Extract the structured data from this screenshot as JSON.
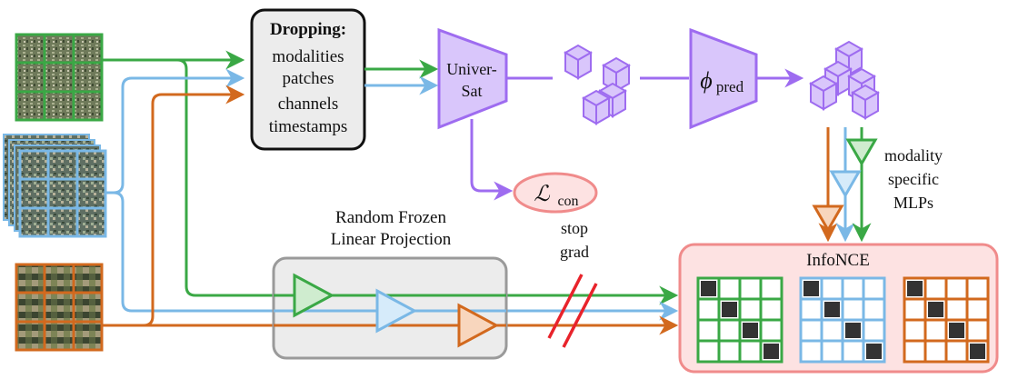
{
  "dropping": {
    "title": "Dropping:",
    "items": [
      "modalities",
      "patches",
      "channels",
      "timestamps"
    ]
  },
  "encoder": {
    "line1": "Univer-",
    "line2": "Sat"
  },
  "predictor": {
    "symbol": "ϕ",
    "subscript": "pred"
  },
  "loss_con": {
    "symbol": "ℒ",
    "subscript": "con"
  },
  "projection": {
    "line1": "Random Frozen",
    "line2": "Linear Projection"
  },
  "stop_grad": {
    "line1": "stop",
    "line2": "grad"
  },
  "mlps": {
    "line1": "modality",
    "line2": "specific",
    "line3": "MLPs"
  },
  "infonce": {
    "title": "InfoNCE"
  },
  "colors": {
    "green": "#3aa845",
    "blue": "#7ab8e6",
    "orange": "#d2691e",
    "purple": "#9e6cf0",
    "purple_fill": "#d9c6fb",
    "red": "#e8232b",
    "infonce_fill": "#fde2e2",
    "infonce_border": "#f08b8b",
    "proj_fill": "#ececec",
    "proj_border": "#9a9a9a"
  },
  "matrices": [
    {
      "color": "green",
      "dark_cells": [
        [
          0,
          0
        ],
        [
          1,
          1
        ],
        [
          2,
          2
        ],
        [
          3,
          3
        ]
      ]
    },
    {
      "color": "blue",
      "dark_cells": [
        [
          0,
          0
        ],
        [
          1,
          1
        ],
        [
          2,
          2
        ],
        [
          3,
          3
        ]
      ]
    },
    {
      "color": "orange",
      "dark_cells": [
        [
          0,
          0
        ],
        [
          1,
          1
        ],
        [
          2,
          2
        ],
        [
          3,
          3
        ]
      ]
    }
  ]
}
